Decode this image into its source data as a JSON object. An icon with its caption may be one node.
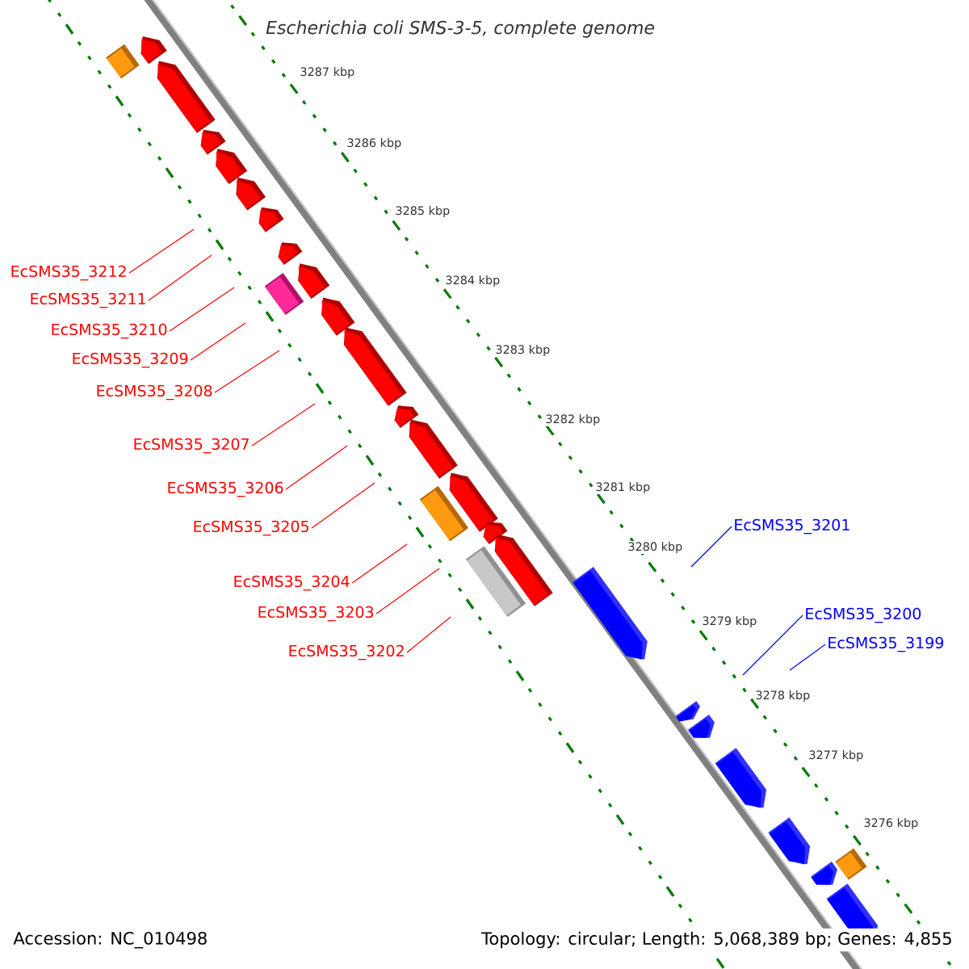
{
  "diagram": {
    "title": "Escherichia coli SMS-3-5, complete genome",
    "nodes": [
      {
        "text": [
          "EcSMS35_3212"
        ]
      },
      {
        "text": [
          "EcSMS35_3211"
        ]
      },
      {
        "text": [
          "EcSMS35_3210"
        ]
      },
      {
        "text": [
          "EcSMS35_3209"
        ]
      },
      {
        "text": [
          "EcSMS35_3208"
        ]
      },
      {
        "text": [
          "EcSMS35_3207"
        ]
      },
      {
        "text": [
          "EcSMS35_3206"
        ]
      },
      {
        "text": [
          "EcSMS35_3205"
        ]
      },
      {
        "text": [
          "EcSMS35_3204"
        ]
      },
      {
        "text": [
          "EcSMS35_3203"
        ]
      },
      {
        "text": [
          "EcSMS35_3202"
        ]
      },
      {
        "text": [
          "EcSMS35_3201"
        ]
      },
      {
        "text": [
          "EcSMS35_3200"
        ]
      },
      {
        "text": [
          "EcSMS35_3199"
        ]
      }
    ],
    "edges": [
      {
        "from": 0,
        "to": null,
        "arrow": "none"
      },
      {
        "from": 1,
        "to": null,
        "arrow": "none"
      },
      {
        "from": 2,
        "to": null,
        "arrow": "none"
      },
      {
        "from": 3,
        "to": null,
        "arrow": "none"
      },
      {
        "from": 4,
        "to": null,
        "arrow": "none"
      },
      {
        "from": 5,
        "to": null,
        "arrow": "none"
      },
      {
        "from": 6,
        "to": null,
        "arrow": "none"
      },
      {
        "from": 7,
        "to": null,
        "arrow": "none"
      },
      {
        "from": 8,
        "to": null,
        "arrow": "none"
      },
      {
        "from": 9,
        "to": null,
        "arrow": "none"
      },
      {
        "from": 10,
        "to": null,
        "arrow": "none"
      },
      {
        "from": 11,
        "to": null,
        "arrow": "none",
        "color": "#0000ff"
      },
      {
        "from": 12,
        "to": null,
        "arrow": "none",
        "color": "#0000ff"
      },
      {
        "from": 13,
        "to": null,
        "arrow": "none",
        "color": "#0000ff"
      }
    ],
    "labels": [
      "3287 kbp",
      "3286 kbp",
      "3285 kbp",
      "3284 kbp",
      "3283 kbp",
      "3282 kbp",
      "3281 kbp",
      "3280 kbp",
      "3279 kbp",
      "3278 kbp",
      "3277 kbp",
      "3276 kbp",
      "Accession: NC_010498",
      "Topology: circular; Length: 5,068,389 bp; Genes: 4,855"
    ]
  }
}
